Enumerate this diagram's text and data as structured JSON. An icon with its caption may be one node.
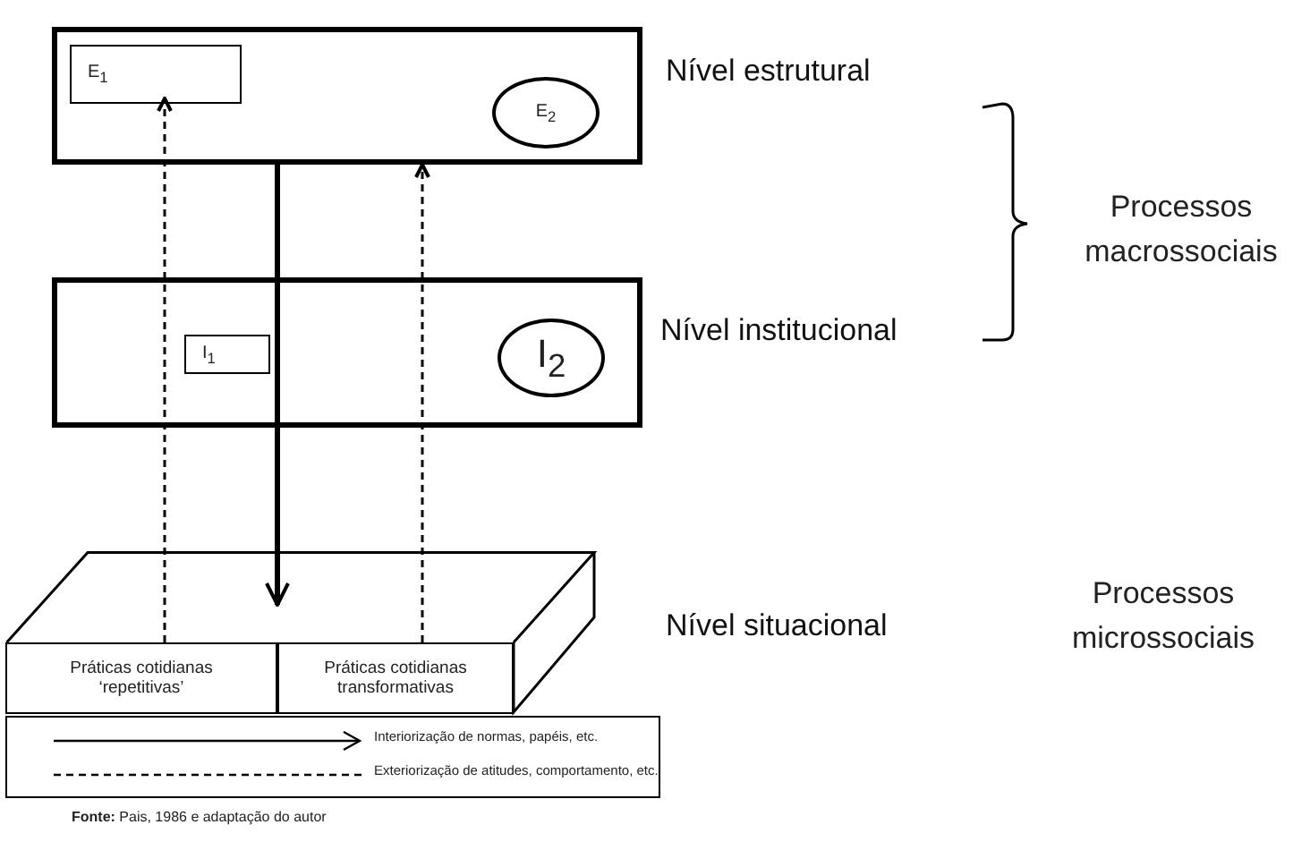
{
  "diagram": {
    "caption": "**Fonte:** Pais, 1986 e adaptação do autor",
    "nodes": [
      {
        "text": [],
        "shape": "box",
        "beside": [
          "Nível estrutural"
        ]
      },
      {
        "text": [
          "E$_{1}$"
        ],
        "in": 0
      },
      {
        "text": [
          "E$_{2}$"
        ],
        "in": 0
      },
      {
        "text": [],
        "shape": "box",
        "beside": [
          "Nível institucional"
        ]
      },
      {
        "text": [
          "I$_{1}$"
        ],
        "in": 3
      },
      {
        "text": [
          "I$_{2}$"
        ],
        "in": 3
      },
      {
        "text": [],
        "shape": "box",
        "beside": [
          "Nível situacional"
        ]
      },
      {
        "text": [
          "Práticas cotidianas ‘repetitivas’"
        ],
        "in": 6
      },
      {
        "text": [
          "Práticas cotidianas transformativas"
        ],
        "in": 6
      }
    ],
    "edges": [
      {
        "from": 0,
        "to": 6,
        "arrow": "to",
        "style": "thick"
      },
      {
        "from": 7,
        "to": 1,
        "arrow": "to",
        "style": "dashed"
      },
      {
        "from": 8,
        "to": 0,
        "arrow": "to",
        "style": "dashed"
      }
    ],
    "labels": [
      "Processos macrossociais",
      "Processos microssociais"
    ],
    "legend": [
      {
        "text": "Interiorização de normas, papéis, etc."
      },
      {
        "text": "Exteriorização de atitudes, comportamento, etc."
      }
    ]
  }
}
